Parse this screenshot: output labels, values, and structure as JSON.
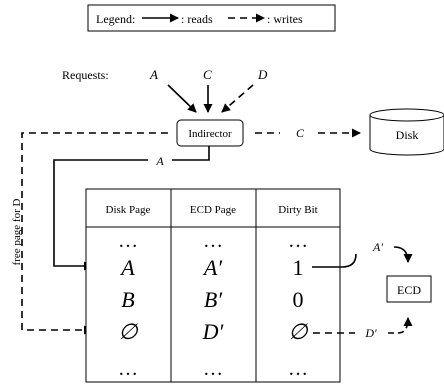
{
  "legend": {
    "title": "Legend:",
    "reads_label": ": reads",
    "writes_label": ": writes"
  },
  "requests": {
    "label": "Requests:",
    "items": [
      "A",
      "C",
      "D"
    ]
  },
  "indirector": {
    "label": "Indirector"
  },
  "disk": {
    "label": "Disk"
  },
  "ecd": {
    "label": "ECD"
  },
  "flows": {
    "to_disk": "C",
    "to_table": "A",
    "side_label": "free page for D",
    "ecd_in": "A′",
    "ecd_out": "D′"
  },
  "table": {
    "headers": [
      "Disk Page",
      "ECD Page",
      "Dirty Bit"
    ],
    "rows": [
      [
        "…",
        "…",
        "…"
      ],
      [
        "A",
        "A′",
        "1"
      ],
      [
        "B",
        "B′",
        "0"
      ],
      [
        "∅",
        "D′",
        "∅"
      ],
      [
        "…",
        "…",
        "…"
      ]
    ]
  }
}
